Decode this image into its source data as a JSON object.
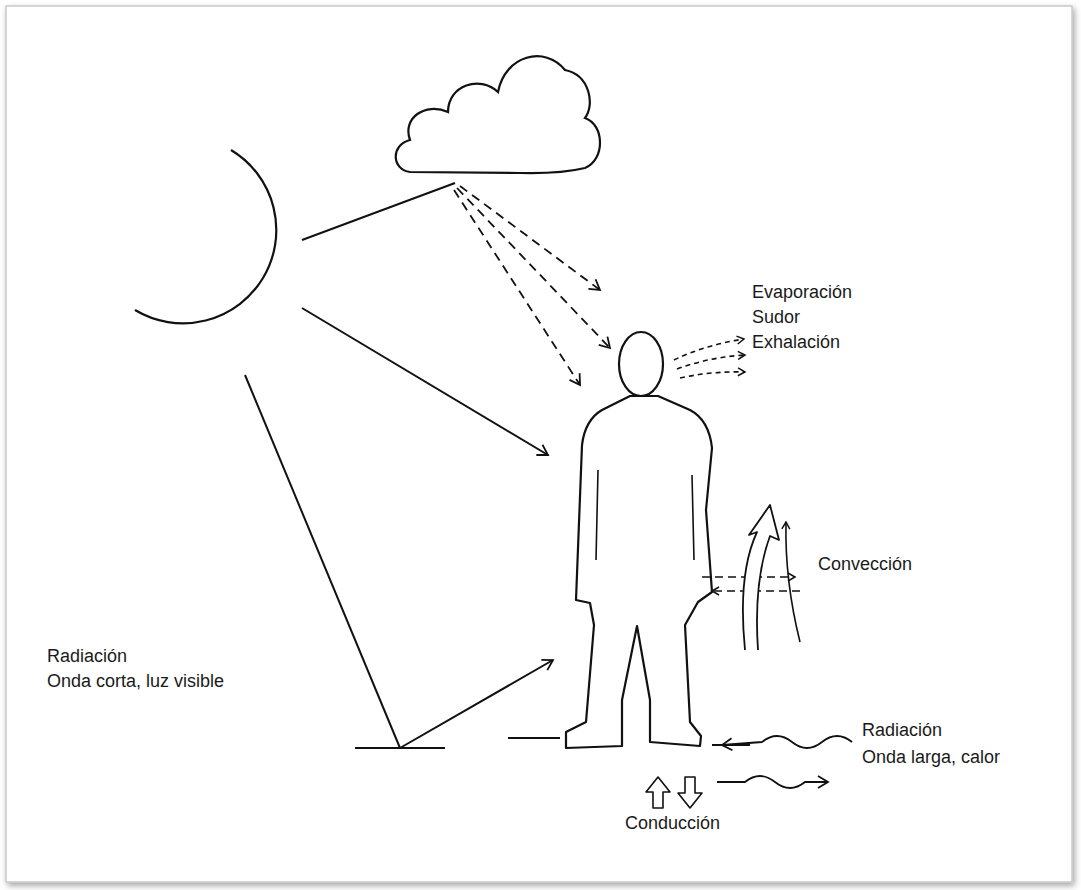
{
  "diagram": {
    "labels": [
      "Evaporación",
      "Sudor",
      "Exhalación",
      "Convección",
      "Radiación",
      "Onda corta, luz visible",
      "Radiación",
      "Onda larga, calor",
      "Conducción"
    ]
  }
}
